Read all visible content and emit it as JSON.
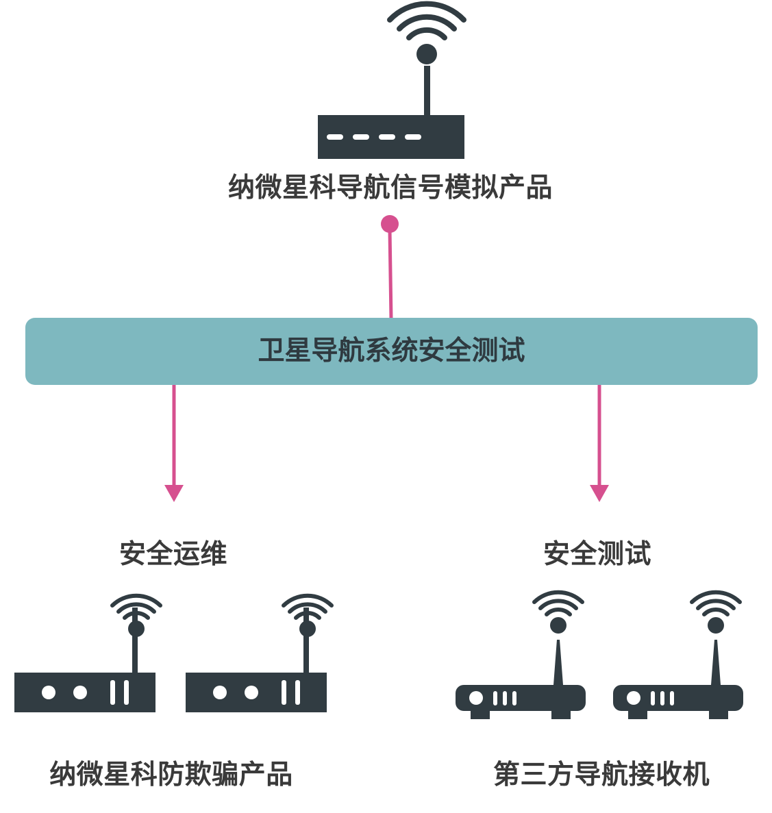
{
  "colors": {
    "device": "#313c42",
    "band": "#7eb8bf",
    "connector": "#d6508f",
    "text": "#3a3a3a"
  },
  "top_node": {
    "label": "纳微星科导航信号模拟产品",
    "icon": "router-icon"
  },
  "center": {
    "label": "卫星导航系统安全测试"
  },
  "left_branch": {
    "category": "安全运维",
    "product": "纳微星科防欺骗产品",
    "icon": "wifi-router-icon"
  },
  "right_branch": {
    "category": "安全测试",
    "product": "第三方导航接收机",
    "icon": "wifi-modem-icon"
  }
}
